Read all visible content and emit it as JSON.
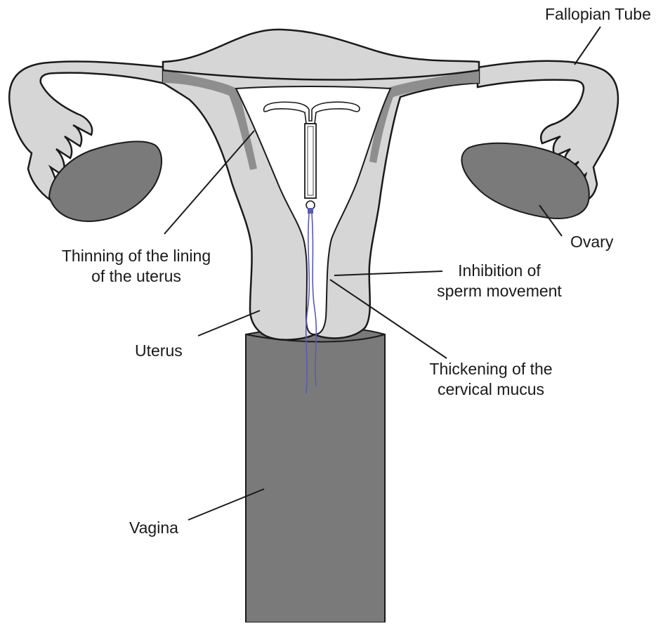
{
  "labels": {
    "fallopian_tube": "Fallopian Tube",
    "ovary": "Ovary",
    "thinning": [
      "Thinning of the lining",
      "of the uterus"
    ],
    "inhibition": [
      "Inhibition of",
      "sperm movement"
    ],
    "uterus": "Uterus",
    "thickening": [
      "Thickening of the",
      "cervical mucus"
    ],
    "vagina": "Vagina"
  },
  "colors": {
    "tissue_light": "#d6d6d6",
    "tissue_dark": "#7a7a7a",
    "endometrium": "#8e8e8e",
    "outline": "#1a1a1a",
    "cavity": "#ffffff",
    "iud_strings": "#5a5ab4"
  }
}
